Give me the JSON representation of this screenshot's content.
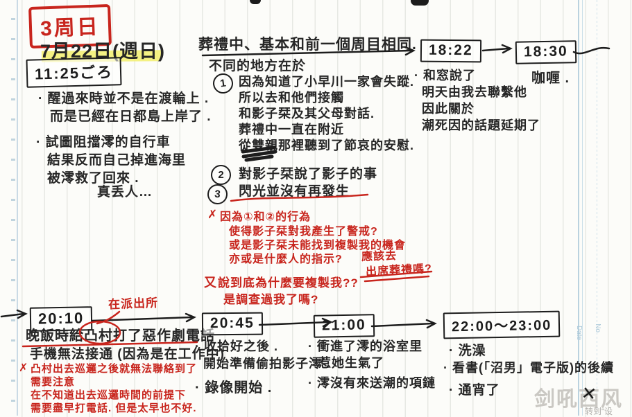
{
  "badge": {
    "week": "3周日"
  },
  "header": {
    "date": "7月22日(週日)"
  },
  "morning": {
    "time": "11:25ごろ",
    "notes": [
      "· 醒過來時並不是在渡輪上 .",
      "而是已經在日都島上岸了 .",
      "· 試圖阻擋澪的自行車",
      "結果反而自己掉進海里",
      "被澪救了回來 .",
      "真丢人…"
    ]
  },
  "funeral": {
    "summary": "葬禮中、基本和前一個周目相同.",
    "diff_heading": "不同的地方在於",
    "points": [
      {
        "num": "1",
        "lines": [
          "因為知道了小早川一家會失蹤.",
          "所以去和他們接觸",
          "和影子栞及其父母對話.",
          "葬禮中一直在附近",
          "從雙親那裡聽到了節哀的安慰."
        ]
      },
      {
        "num": "2",
        "lines": [
          "對影子栞說了影子的事"
        ]
      },
      {
        "num": "3",
        "lines": [
          "閃光並沒有再發生"
        ]
      }
    ]
  },
  "red_question1": {
    "mark": "✗",
    "lines": [
      "因為①和②的行為",
      "使得影子栞對我產生了警戒?",
      "或是影子栞未能找到複製我的機會",
      "亦或是什麼人的指示?"
    ]
  },
  "side_question": {
    "line1": "應該去",
    "line2": "出席葬禮嗎?"
  },
  "red_question2": {
    "mark": "又",
    "lines": [
      "說到底為什麼要複製我??",
      "是調查過我了嗎?"
    ]
  },
  "evening": {
    "t1822": {
      "time": "18:22",
      "notes": [
        "· 和窓說了",
        "明天由我去聯繫他",
        "因此關於",
        "潮死因的話題延期了"
      ]
    },
    "t1830": {
      "time": "18:30",
      "note": "咖喱 ."
    }
  },
  "night": {
    "t2010": {
      "time": "20:10",
      "location": "在派出所",
      "line1": "晚飯時給凸村打了惡作劇電話",
      "line2": "手機無法接通 (因為是在工作中)",
      "red_mark": "✗",
      "red_lines": [
        "凸村出去巡邏之後就無法聯絡到了",
        "需要注意",
        "在不知道出去巡邏時間的前提下",
        "需要盡早打電話. 但是太早也不好."
      ]
    },
    "t2045": {
      "time": "20:45",
      "notes": [
        "· 收拾好之後 .",
        "開始準備偷拍影子澪 .",
        "· 錄像開始 ."
      ]
    },
    "t2100": {
      "time": "21:00",
      "notes": [
        "· 衝進了澪的浴室里",
        "惹她生氣了",
        "· 澪沒有來送潮的項鏈"
      ]
    },
    "t2200": {
      "time": "22:00〜23:00",
      "notes": [
        "· 洗澡",
        "· 看書(「沼男」電子版)的後續",
        "· 通宵了"
      ]
    }
  },
  "margin": {
    "date_label": "Date",
    "no_label": "No"
  },
  "watermark": {
    "text": "剑吼西风",
    "logo": "✕",
    "sub": "转到“设"
  },
  "colors": {
    "ink": "#262626",
    "red": "#c8251d",
    "highlight": "#f2ee6e",
    "margin_blue": "#a9c7d8"
  }
}
